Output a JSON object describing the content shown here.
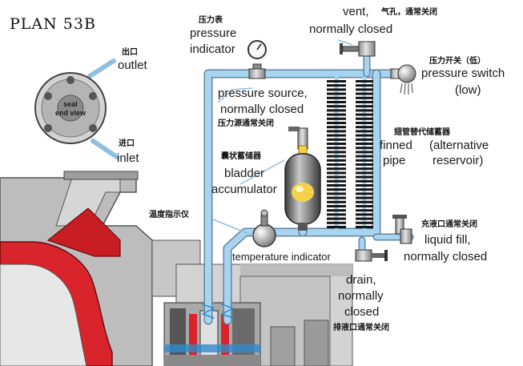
{
  "title": "PLAN 53B",
  "seal_view": {
    "line1": "seal",
    "line2": "end view"
  },
  "outlet": {
    "cn": "出口",
    "en": "outlet"
  },
  "inlet": {
    "cn": "进口",
    "en": "inlet"
  },
  "pressure_indicator": {
    "cn": "压力表",
    "en1": "pressure",
    "en2": "indicator"
  },
  "vent": {
    "en1": "vent,",
    "cn": "气孔，通常关闭",
    "en2": "normally closed"
  },
  "pressure_switch": {
    "cn": "压力开关（低）",
    "en1": "pressure switch",
    "en2": "(low)"
  },
  "pressure_source": {
    "en1": "pressure source,",
    "en2": "normally closed",
    "cn": "压力源通常关闭"
  },
  "finned_pipe": {
    "cn": "翅管替代储蓄器",
    "en1": "finned",
    "en2": "pipe",
    "alt1": "(alternative",
    "alt2": "reservoir)"
  },
  "bladder": {
    "cn": "囊状蓄储器",
    "en1": "bladder",
    "en2": "accumulator"
  },
  "temperature": {
    "cn": "温度指示仪",
    "en": "temperature indicator"
  },
  "liquid_fill": {
    "cn": "充液口通常关闭",
    "en1": "liquid fill,",
    "en2": "normally closed"
  },
  "drain": {
    "en1": "drain,",
    "en2": "normally",
    "en3": "closed",
    "cn": "排液口通常关闭"
  },
  "colors": {
    "pipe": "#a9d4ef",
    "pump": "#cfcfcf",
    "casing_red": "#d8242a",
    "fin": "#141414",
    "bladder": "#f3d24a",
    "accent": "#2e8bd0"
  }
}
